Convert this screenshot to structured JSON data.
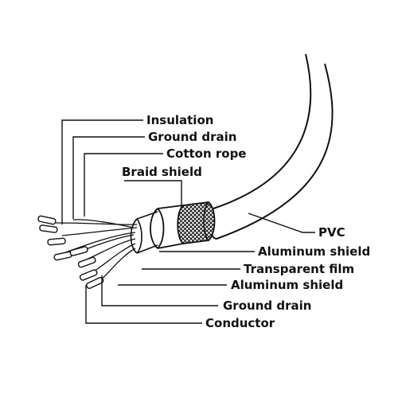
{
  "diagram": {
    "labels": {
      "insulation": "Insulation",
      "ground_drain_top": "Ground drain",
      "cotton_rope": "Cotton rope",
      "braid_shield": "Braid shield",
      "pvc": "PVC",
      "aluminum_shield_outer": "Aluminum shield",
      "transparent_film": "Transparent film",
      "aluminum_shield_inner": "Aluminum shield",
      "ground_drain_bottom": "Ground drain",
      "conductor": "Conductor"
    }
  }
}
